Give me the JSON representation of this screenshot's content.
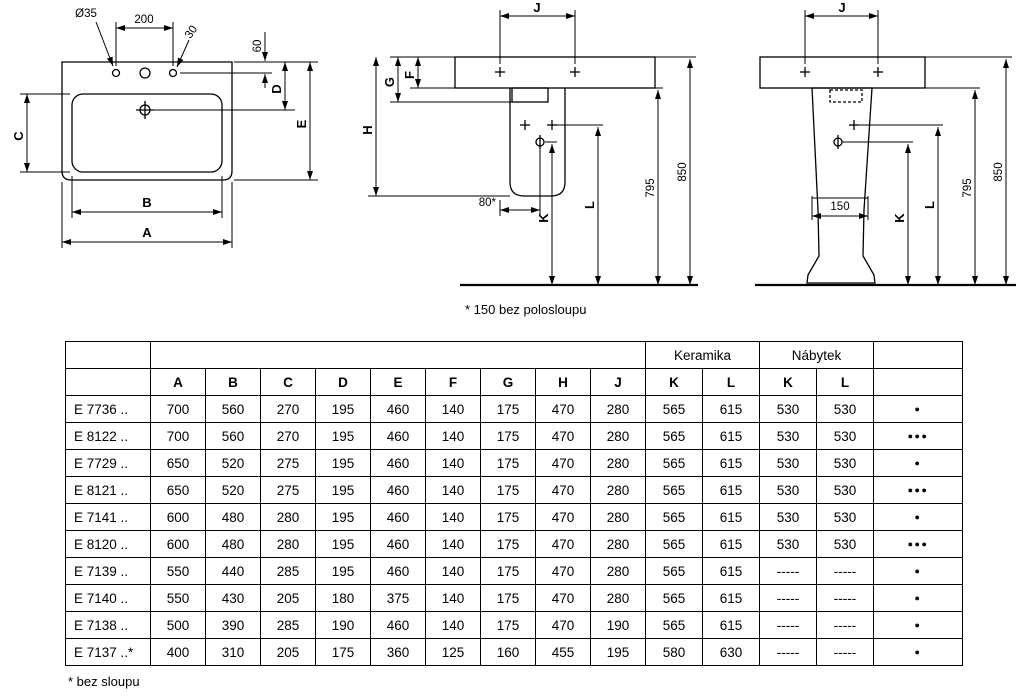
{
  "diagrams": {
    "front_view": {
      "labels": {
        "hole_dia": "Ø35",
        "dim_200": "200",
        "dim_30": "30",
        "dim_60": "60",
        "dim_D": "D",
        "dim_E": "E",
        "dim_C": "C",
        "dim_B": "B",
        "dim_A": "A"
      }
    },
    "side_half_pedestal": {
      "labels": {
        "dim_J": "J",
        "dim_G": "G",
        "dim_F": "F",
        "dim_H": "H",
        "dim_80": "80*",
        "dim_K": "K",
        "dim_L": "L",
        "dim_795": "795",
        "dim_850": "850"
      },
      "footnote": "* 150 bez polosloupu"
    },
    "side_full_pedestal": {
      "labels": {
        "dim_J": "J",
        "dim_150": "150",
        "dim_K": "K",
        "dim_L": "L",
        "dim_795": "795",
        "dim_850": "850"
      }
    }
  },
  "table": {
    "groups": {
      "keramika": "Keramika",
      "nabytek": "Nábytek"
    },
    "columns": [
      "A",
      "B",
      "C",
      "D",
      "E",
      "F",
      "G",
      "H",
      "J",
      "K",
      "L",
      "K",
      "L"
    ],
    "rows": [
      {
        "model": "E 7736 ..",
        "values": [
          "700",
          "560",
          "270",
          "195",
          "460",
          "140",
          "175",
          "470",
          "280",
          "565",
          "615",
          "530",
          "530"
        ],
        "dots": "●"
      },
      {
        "model": "E 8122 ..",
        "values": [
          "700",
          "560",
          "270",
          "195",
          "460",
          "140",
          "175",
          "470",
          "280",
          "565",
          "615",
          "530",
          "530"
        ],
        "dots": "●●●"
      },
      {
        "model": "E 7729 ..",
        "values": [
          "650",
          "520",
          "275",
          "195",
          "460",
          "140",
          "175",
          "470",
          "280",
          "565",
          "615",
          "530",
          "530"
        ],
        "dots": "●"
      },
      {
        "model": "E 8121 ..",
        "values": [
          "650",
          "520",
          "275",
          "195",
          "460",
          "140",
          "175",
          "470",
          "280",
          "565",
          "615",
          "530",
          "530"
        ],
        "dots": "●●●"
      },
      {
        "model": "E 7141 ..",
        "values": [
          "600",
          "480",
          "280",
          "195",
          "460",
          "140",
          "175",
          "470",
          "280",
          "565",
          "615",
          "530",
          "530"
        ],
        "dots": "●"
      },
      {
        "model": "E 8120 ..",
        "values": [
          "600",
          "480",
          "280",
          "195",
          "460",
          "140",
          "175",
          "470",
          "280",
          "565",
          "615",
          "530",
          "530"
        ],
        "dots": "●●●"
      },
      {
        "model": "E 7139 ..",
        "values": [
          "550",
          "440",
          "285",
          "195",
          "460",
          "140",
          "175",
          "470",
          "280",
          "565",
          "615",
          "-----",
          "-----"
        ],
        "dots": "●"
      },
      {
        "model": "E 7140 ..",
        "values": [
          "550",
          "430",
          "205",
          "180",
          "375",
          "140",
          "175",
          "470",
          "280",
          "565",
          "615",
          "-----",
          "-----"
        ],
        "dots": "●"
      },
      {
        "model": "E 7138 ..",
        "values": [
          "500",
          "390",
          "285",
          "190",
          "460",
          "140",
          "175",
          "470",
          "190",
          "565",
          "615",
          "-----",
          "-----"
        ],
        "dots": "●"
      },
      {
        "model": "E 7137 ..*",
        "values": [
          "400",
          "310",
          "205",
          "175",
          "360",
          "125",
          "160",
          "455",
          "195",
          "580",
          "630",
          "-----",
          "-----"
        ],
        "dots": "●"
      }
    ],
    "footnote": "* bez sloupu"
  }
}
